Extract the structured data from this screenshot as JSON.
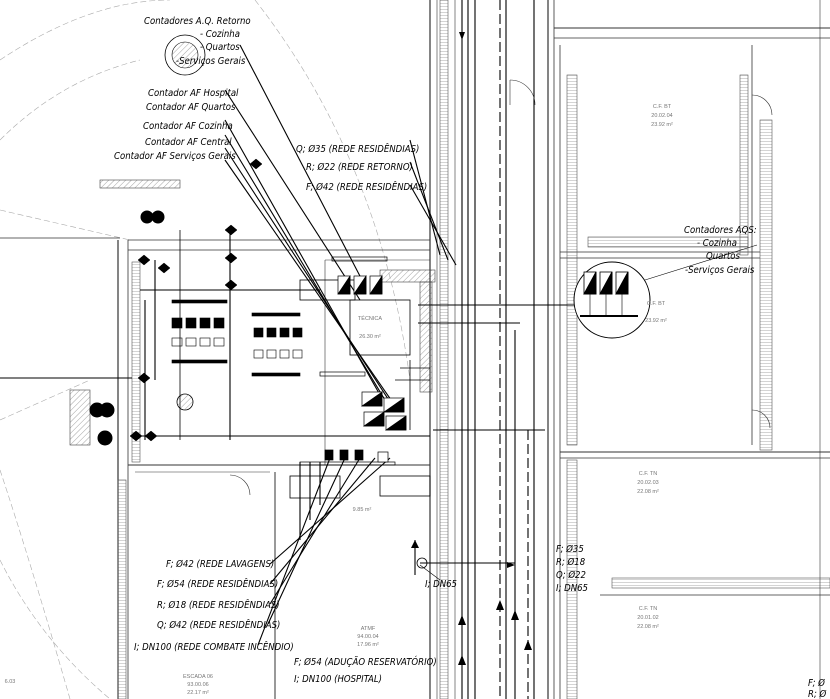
{
  "labels": {
    "aq_retorno": "Contadores A.Q. Retorno",
    "aq_cozinha": "- Cozinha",
    "aq_quartos": "- Quartos",
    "aq_servicos": "-Serviços Gerais",
    "af_hospital": "Contador AF Hospital",
    "af_quartos": "Contador AF Quartos",
    "af_cozinha": "Contador AF Cozinha",
    "af_central": "Contador AF Central",
    "af_servicos": "Contador AF Serviços Gerais",
    "q35_res": "Q; Ø35 (REDE RESIDÊNDIAS)",
    "r22_ret": "R; Ø22 (REDE RETORNO)",
    "f42_res": "F; Ø42 (REDE RESIDÊNDIAS)",
    "aqs_title": "Contadores AQS:",
    "aqs_cozinha": "- Cozinha",
    "aqs_quartos": "Quartos",
    "aqs_servicos": "-Serviços Gerais",
    "f42_lav": "F; Ø42 (REDE LAVAGENS)",
    "f54_res": "F; Ø54 (REDE RESIDÊNDIAS)",
    "r18_res": "R; Ø18 (REDE RESIDÊNDIAS)",
    "q42_res": "Q; Ø42 (REDE RESIDÊNDIAS)",
    "i100_inc": "I; DN100 (REDE COMBATE INCÊNDIO)",
    "f54_adu": "F; Ø54 (ADUÇÃO RESERVATÓRIO)",
    "i100_hosp": "I; DN100 (HOSPITAL)",
    "i65": "I; DN65",
    "r_f35": "F; Ø35",
    "r_r18": "R; Ø18",
    "r_q22": "Q; Ø22",
    "r_i65": "I; DN65",
    "fr_top": "F; Ø",
    "fr_bot": "R; Ø"
  },
  "rooms": {
    "cf_bt_1": "C.F. BT",
    "cf_bt_1_id": "20.02.04",
    "cf_bt_1_area": "23.92 m²",
    "cf_bt_2": "C.F. BT",
    "cf_bt_2_area": "23.92 m²",
    "cf_tn_1": "C.F. TN",
    "cf_tn_1_id": "20.02.03",
    "cf_tn_1_area": "22.08 m²",
    "cf_tn_2": "C.F. TN",
    "cf_tn_2_id": "20.01.02",
    "cf_tn_2_area": "22.08 m²",
    "tecnica": "TÉCNICA",
    "tecnica_area": "26.30 m²",
    "area_985": "9.85 m²",
    "atmf": "ATMF",
    "atmf_id": "94.00.04",
    "atmf_area": "17.96 m²",
    "escada": "ESCADA 06",
    "escada_id": "93.00.06",
    "escada_area": "22.17 m²",
    "ref_603": "6.03"
  },
  "colors": {
    "line": "#000000",
    "wall": "#333333",
    "grid": "#999999"
  }
}
